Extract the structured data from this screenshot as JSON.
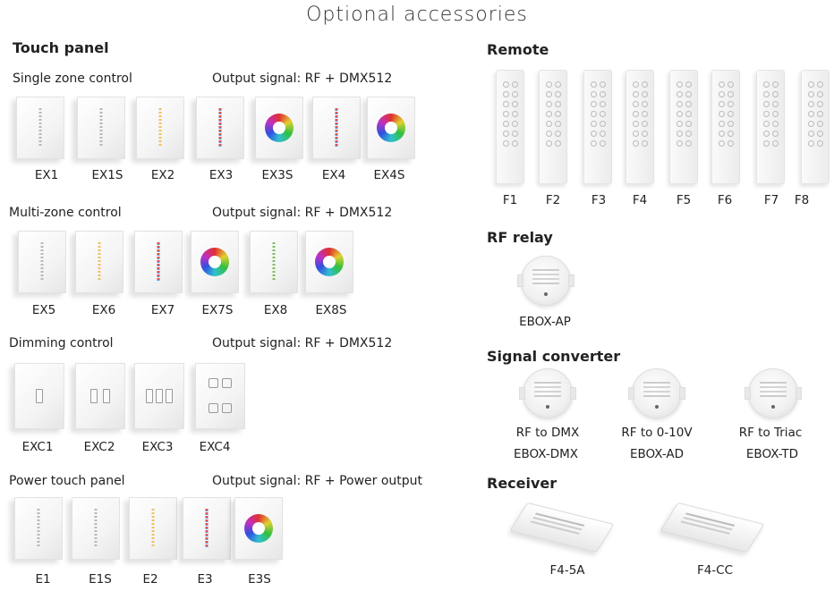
{
  "title": "Optional accessories",
  "touch_panel": {
    "heading": "Touch panel",
    "groups": [
      {
        "label": "Single zone control",
        "output": "Output signal: RF + DMX512",
        "items": [
          "EX1",
          "EX1S",
          "EX2",
          "EX3",
          "EX3S",
          "EX4",
          "EX4S"
        ]
      },
      {
        "label": "Multi-zone control",
        "output": "Output signal: RF + DMX512",
        "items": [
          "EX5",
          "EX6",
          "EX7",
          "EX7S",
          "EX8",
          "EX8S"
        ]
      },
      {
        "label": "Dimming control",
        "output": "Output signal: RF + DMX512",
        "items": [
          "EXC1",
          "EXC2",
          "EXC3",
          "EXC4"
        ]
      },
      {
        "label": "Power touch panel",
        "output": "Output signal: RF + Power output",
        "items": [
          "E1",
          "E1S",
          "E2",
          "E3",
          "E3S"
        ]
      }
    ]
  },
  "remote": {
    "heading": "Remote",
    "items": [
      "F1",
      "F2",
      "F3",
      "F4",
      "F5",
      "F6",
      "F7",
      "F8"
    ]
  },
  "rf_relay": {
    "heading": "RF relay",
    "items": [
      "EBOX-AP"
    ]
  },
  "signal_converter": {
    "heading": "Signal converter",
    "items": [
      {
        "line1": "RF to DMX",
        "line2": "EBOX-DMX"
      },
      {
        "line1": "RF to 0-10V",
        "line2": "EBOX-AD"
      },
      {
        "line1": "RF to Triac",
        "line2": "EBOX-TD"
      }
    ]
  },
  "receiver": {
    "heading": "Receiver",
    "items": [
      "F4-5A",
      "F4-CC"
    ]
  }
}
